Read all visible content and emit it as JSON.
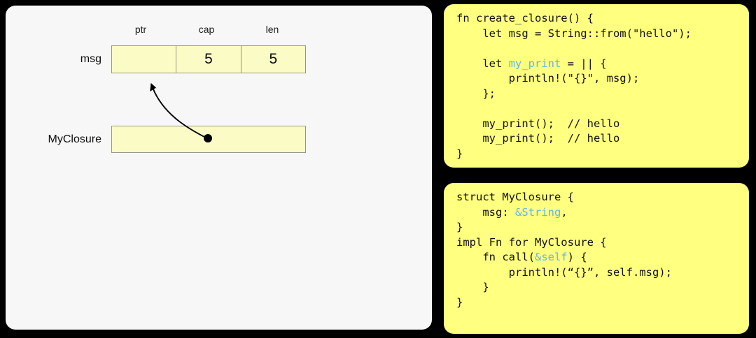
{
  "diagram": {
    "panel_background": "#f7f7f7",
    "cell_fill": "#fbfbc5",
    "cell_border": "#969688",
    "columns": [
      {
        "label": "ptr"
      },
      {
        "label": "cap"
      },
      {
        "label": "len"
      }
    ],
    "rows": [
      {
        "label": "msg",
        "cells": [
          {
            "column": "ptr",
            "value": ""
          },
          {
            "column": "cap",
            "value": "5"
          },
          {
            "column": "len",
            "value": "5"
          }
        ]
      },
      {
        "label": "MyClosure",
        "cells": [
          {
            "column": "capture",
            "value": ""
          }
        ]
      }
    ],
    "arrow": {
      "name": "closure-capture-pointer",
      "from_label": "MyClosure",
      "to_label": "msg.ptr",
      "dot_color": "#000000",
      "line_color": "#000000"
    }
  },
  "code_panels": [
    {
      "name": "create-closure-code",
      "background": "#ffff80",
      "accent": "#63b4e8",
      "lines": [
        [
          {
            "t": "fn create_closure() {"
          }
        ],
        [
          {
            "t": "    let msg = String::from(\"hello\");"
          }
        ],
        [
          {
            "t": ""
          }
        ],
        [
          {
            "t": "    let "
          },
          {
            "t": "my_print",
            "c": "ident"
          },
          {
            "t": " = || {"
          }
        ],
        [
          {
            "t": "        println!(\"{}\", msg);"
          }
        ],
        [
          {
            "t": "    };"
          }
        ],
        [
          {
            "t": ""
          }
        ],
        [
          {
            "t": "    my_print();  // hello"
          }
        ],
        [
          {
            "t": "    my_print();  // hello"
          }
        ],
        [
          {
            "t": "}"
          }
        ]
      ]
    },
    {
      "name": "myclosure-struct-code",
      "background": "#ffff80",
      "accent": "#63b4e8",
      "lines": [
        [
          {
            "t": "struct MyClosure {"
          }
        ],
        [
          {
            "t": "    msg: "
          },
          {
            "t": "&String",
            "c": "ident"
          },
          {
            "t": ","
          }
        ],
        [
          {
            "t": "}"
          }
        ],
        [
          {
            "t": "impl Fn for MyClosure {"
          }
        ],
        [
          {
            "t": "    fn call("
          },
          {
            "t": "&self",
            "c": "ident"
          },
          {
            "t": ") {"
          }
        ],
        [
          {
            "t": "        println!(“{}”, self.msg);"
          }
        ],
        [
          {
            "t": "    }"
          }
        ],
        [
          {
            "t": "}"
          }
        ]
      ]
    }
  ]
}
